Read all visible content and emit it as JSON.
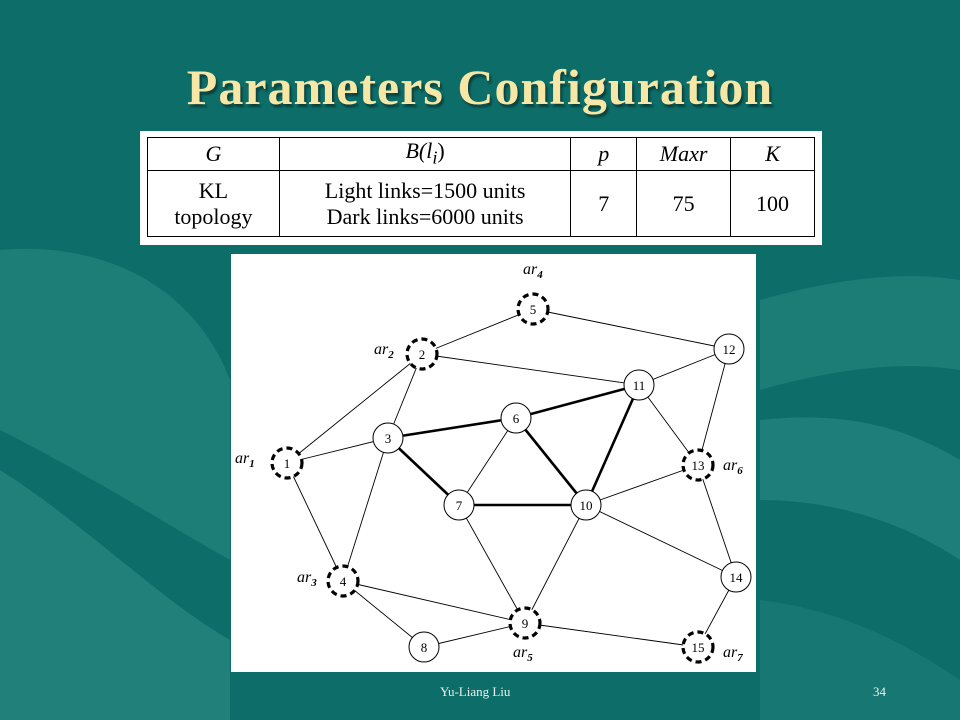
{
  "slide": {
    "title": "Parameters Configuration",
    "author": "Yu-Liang Liu",
    "page_number": "34"
  },
  "table": {
    "header": {
      "g": "G",
      "b_main": "B(l",
      "b_sub": "i",
      "b_close": ")",
      "p": "p",
      "maxr": "Maxr",
      "k": "K"
    },
    "row": {
      "g_line1": "KL",
      "g_line2": "topology",
      "b_line1": "Light links=1500 units",
      "b_line2": "Dark links=6000 units",
      "p": "7",
      "maxr": "75",
      "k": "100"
    }
  },
  "diagram": {
    "nodes": [
      {
        "id": "1",
        "dashed": true
      },
      {
        "id": "2",
        "dashed": true
      },
      {
        "id": "3",
        "dashed": false
      },
      {
        "id": "4",
        "dashed": true
      },
      {
        "id": "5",
        "dashed": true
      },
      {
        "id": "6",
        "dashed": false
      },
      {
        "id": "7",
        "dashed": false
      },
      {
        "id": "8",
        "dashed": false
      },
      {
        "id": "9",
        "dashed": true
      },
      {
        "id": "10",
        "dashed": false
      },
      {
        "id": "11",
        "dashed": false
      },
      {
        "id": "12",
        "dashed": false
      },
      {
        "id": "13",
        "dashed": true
      },
      {
        "id": "14",
        "dashed": false
      },
      {
        "id": "15",
        "dashed": true
      }
    ],
    "links": [
      {
        "from": "1",
        "to": "2",
        "dark": false
      },
      {
        "from": "1",
        "to": "3",
        "dark": false
      },
      {
        "from": "1",
        "to": "4",
        "dark": false
      },
      {
        "from": "2",
        "to": "5",
        "dark": false
      },
      {
        "from": "2",
        "to": "3",
        "dark": false
      },
      {
        "from": "2",
        "to": "11",
        "dark": false
      },
      {
        "from": "3",
        "to": "4",
        "dark": false
      },
      {
        "from": "3",
        "to": "6",
        "dark": true
      },
      {
        "from": "3",
        "to": "7",
        "dark": true
      },
      {
        "from": "4",
        "to": "8",
        "dark": false
      },
      {
        "from": "4",
        "to": "9",
        "dark": false
      },
      {
        "from": "5",
        "to": "12",
        "dark": false
      },
      {
        "from": "6",
        "to": "11",
        "dark": true
      },
      {
        "from": "6",
        "to": "7",
        "dark": false
      },
      {
        "from": "6",
        "to": "10",
        "dark": true
      },
      {
        "from": "7",
        "to": "10",
        "dark": true
      },
      {
        "from": "7",
        "to": "9",
        "dark": false
      },
      {
        "from": "8",
        "to": "9",
        "dark": false
      },
      {
        "from": "9",
        "to": "10",
        "dark": false
      },
      {
        "from": "9",
        "to": "15",
        "dark": false
      },
      {
        "from": "10",
        "to": "11",
        "dark": true
      },
      {
        "from": "10",
        "to": "13",
        "dark": false
      },
      {
        "from": "10",
        "to": "14",
        "dark": false
      },
      {
        "from": "11",
        "to": "12",
        "dark": false
      },
      {
        "from": "11",
        "to": "13",
        "dark": false
      },
      {
        "from": "12",
        "to": "13",
        "dark": false
      },
      {
        "from": "13",
        "to": "14",
        "dark": false
      },
      {
        "from": "14",
        "to": "15",
        "dark": false
      }
    ],
    "labels": [
      {
        "node": "4",
        "prefix": "ar",
        "sub": "4",
        "nodeRef": "5"
      },
      {
        "node": "2",
        "prefix": "ar",
        "sub": "2",
        "nodeRef": "2"
      },
      {
        "node": "1",
        "prefix": "ar",
        "sub": "1",
        "nodeRef": "1"
      },
      {
        "node": "3",
        "prefix": "ar",
        "sub": "3",
        "nodeRef": "4"
      },
      {
        "node": "5",
        "prefix": "ar",
        "sub": "5",
        "nodeRef": "9"
      },
      {
        "node": "6",
        "prefix": "ar",
        "sub": "6",
        "nodeRef": "13"
      },
      {
        "node": "7",
        "prefix": "ar",
        "sub": "7",
        "nodeRef": "15"
      }
    ]
  }
}
